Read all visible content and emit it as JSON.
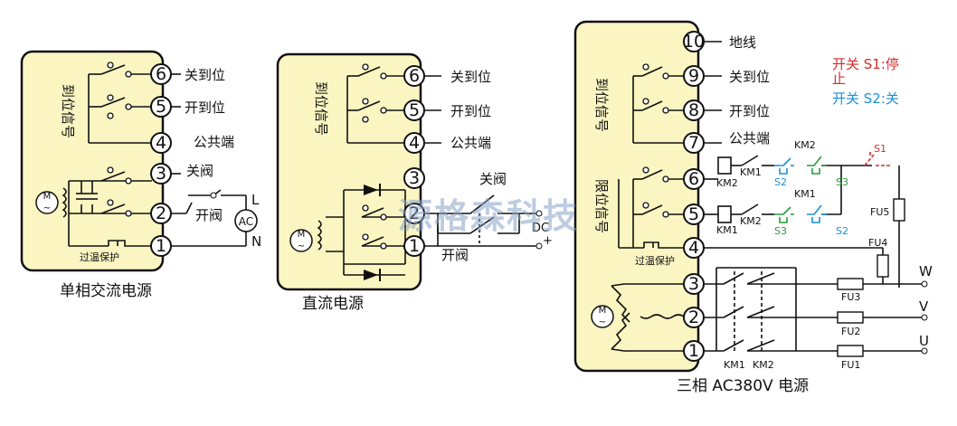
{
  "watermark": "源格森科技",
  "diagram1": {
    "caption": "单相交流电源",
    "signal_group": "到位信号",
    "terminals": [
      "6",
      "5",
      "4",
      "3",
      "2",
      "1"
    ],
    "labels": {
      "t6": "关到位",
      "t5": "开到位",
      "t4": "公共端",
      "t3": "关阀",
      "t2": "开阀",
      "L": "L",
      "N": "N",
      "AC": "AC",
      "thermal": "过温保护",
      "motor": "M"
    }
  },
  "diagram2": {
    "caption": "直流电源",
    "signal_group": "到位信号",
    "terminals": [
      "6",
      "5",
      "4",
      "3",
      "2",
      "1"
    ],
    "labels": {
      "t6": "关到位",
      "t5": "开到位",
      "t4": "公共端",
      "close": "关阀",
      "open": "开阀",
      "dc": "DC",
      "plus": "+",
      "motor": "M"
    }
  },
  "diagram3": {
    "caption": "三相 AC380V 电源",
    "signal_group": "到位信号",
    "limit_group": "限位信号",
    "terminals": [
      "10",
      "9",
      "8",
      "7",
      "6",
      "5",
      "4",
      "3",
      "2",
      "1"
    ],
    "labels": {
      "t10": "地线",
      "t9": "关到位",
      "t8": "开到位",
      "t7": "公共端",
      "thermal": "过温保护",
      "motor": "M",
      "km1": "KM1",
      "km2": "KM2",
      "s1": "S1",
      "s2": "S2",
      "s3": "S3",
      "fu1": "FU1",
      "fu2": "FU2",
      "fu3": "FU3",
      "fu4": "FU4",
      "fu5": "FU5",
      "w": "W",
      "v": "V",
      "u": "U"
    },
    "legend": {
      "s1": "开关 S1:停止",
      "s2": "开关 S2:关"
    }
  },
  "colors": {
    "panel": "#fbf5c2",
    "blue": "#1a8fd6",
    "green": "#2a9a3a",
    "red": "#d62b2b"
  }
}
